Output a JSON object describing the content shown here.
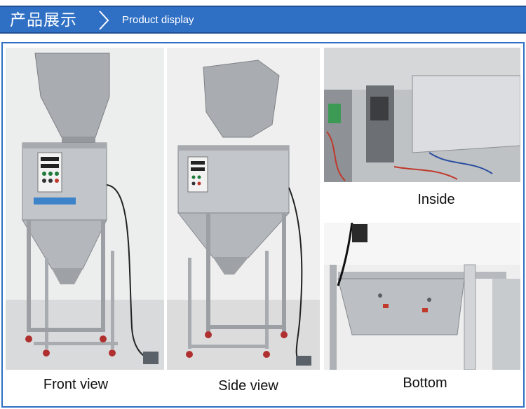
{
  "header": {
    "title_cn": "产品展示",
    "title_en": "Product display"
  },
  "captions": {
    "front": "Front view",
    "side": "Side view",
    "inside": "Inside",
    "bottom": "Bottom"
  },
  "colors": {
    "header_blue": "#2f6fc4",
    "steel": "#b9bcc0"
  }
}
